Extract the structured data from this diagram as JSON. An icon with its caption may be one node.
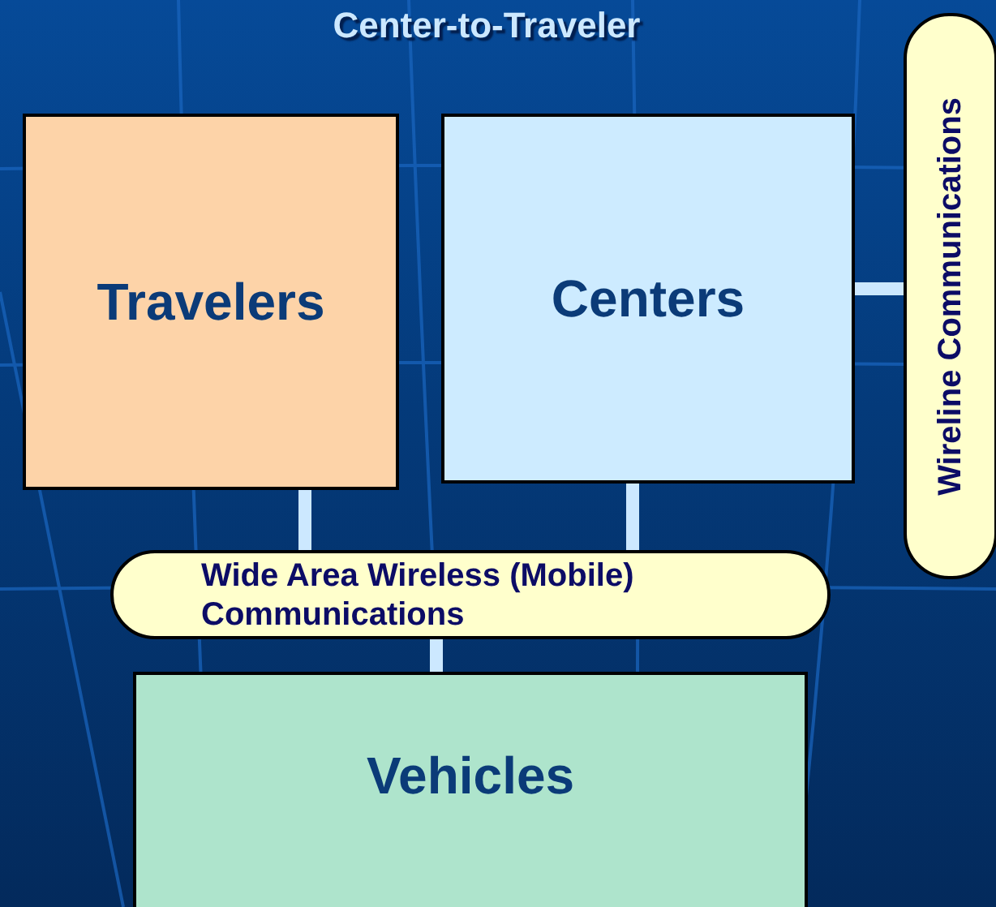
{
  "diagram": {
    "title": "Center-to-Traveler",
    "nodes": [
      {
        "text": [
          "Travelers"
        ]
      },
      {
        "text": [
          "Centers"
        ]
      },
      {
        "text": [
          "Wireline Communications"
        ]
      },
      {
        "text": [
          "Wide Area Wireless (Mobile) Communications"
        ]
      },
      {
        "text": [
          "Vehicles"
        ]
      }
    ],
    "edges": [
      {
        "from": 1,
        "to": 2,
        "arrow": "none"
      },
      {
        "from": 0,
        "to": 3,
        "arrow": "none"
      },
      {
        "from": 1,
        "to": 3,
        "arrow": "none"
      },
      {
        "from": 3,
        "to": 4,
        "arrow": "none"
      }
    ]
  }
}
